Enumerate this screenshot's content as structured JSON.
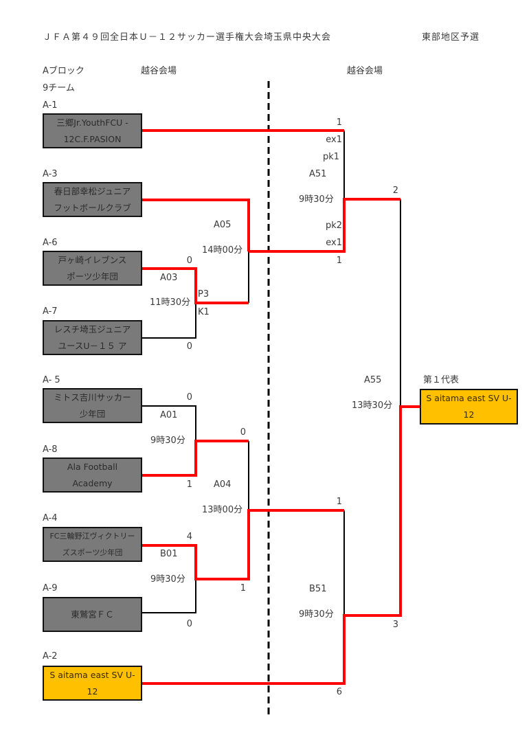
{
  "header": {
    "title": "ＪＦＡ第４９回全日本Ｕ－１２サッカー選手権大会埼玉県中央大会",
    "region": "東部地区予選"
  },
  "block": {
    "name": "Aブロック",
    "team_count": "9チーム",
    "venue_left": "越谷会場",
    "venue_right": "越谷会場"
  },
  "teams": [
    {
      "seed": "A-1",
      "line1": "三郷Jr.YouthFCU -",
      "line2": "12C.F.PASION",
      "winner": true
    },
    {
      "seed": "A-3",
      "line1": "春日部幸松ジュニア",
      "line2": "フットボールクラブ",
      "winner": true
    },
    {
      "seed": "A-6",
      "line1": "戸ヶ崎イレブンス",
      "line2": "ポーツ少年団",
      "winner": true
    },
    {
      "seed": "A-7",
      "line1": "レスチ埼玉ジュニア",
      "line2": "ユースU－１５ ア",
      "winner": false
    },
    {
      "seed": "A- 5",
      "line1": "ミトス吉川サッカー",
      "line2": "少年団",
      "winner": false
    },
    {
      "seed": "A-8",
      "line1": "Ala Football",
      "line2": "Academy",
      "winner": true
    },
    {
      "seed": "A-4",
      "line1": "FC三輪野江ヴィクトリー",
      "line2": "ズスポーツ少年団",
      "winner": true
    },
    {
      "seed": "A-9",
      "line1": "東鷲宮ＦＣ",
      "line2": "",
      "winner": false
    },
    {
      "seed": "A-2",
      "line1": "S aitama east SV U-",
      "line2": "12",
      "winner": true,
      "highlight": true
    }
  ],
  "matches": [
    {
      "id": "A03",
      "time": "11時30分",
      "score_top": "0",
      "score_bottom": "0",
      "pk_top": "P3",
      "pk_bottom": "K1"
    },
    {
      "id": "A05",
      "time": "14時00分"
    },
    {
      "id": "A51",
      "time": "9時30分",
      "score_top": "1",
      "score_bottom": "1",
      "ex_top": "ex1",
      "pk_top": "pk1",
      "pk_bottom": "pk2",
      "ex_bottom": "ex1"
    },
    {
      "id": "A01",
      "time": "9時30分",
      "score_top": "0",
      "score_bottom": "1"
    },
    {
      "id": "A04",
      "time": "13時00分",
      "score_top": "0",
      "score_bottom": "1"
    },
    {
      "id": "B01",
      "time": "9時30分",
      "score_top": "4",
      "score_bottom": "0"
    },
    {
      "id": "B51",
      "time": "9時30分",
      "score_top": "1",
      "score_bottom": "6"
    },
    {
      "id": "A55",
      "time": "13時30分",
      "score_top": "2",
      "score_bottom": "3"
    }
  ],
  "winner": {
    "label": "第１代表",
    "line1": "S aitama east SV U-",
    "line2": "12"
  },
  "colors": {
    "winner_path": "#ff0000",
    "team_box": "#7a7a7a",
    "highlight_box": "#ffc000",
    "line": "#000000"
  }
}
